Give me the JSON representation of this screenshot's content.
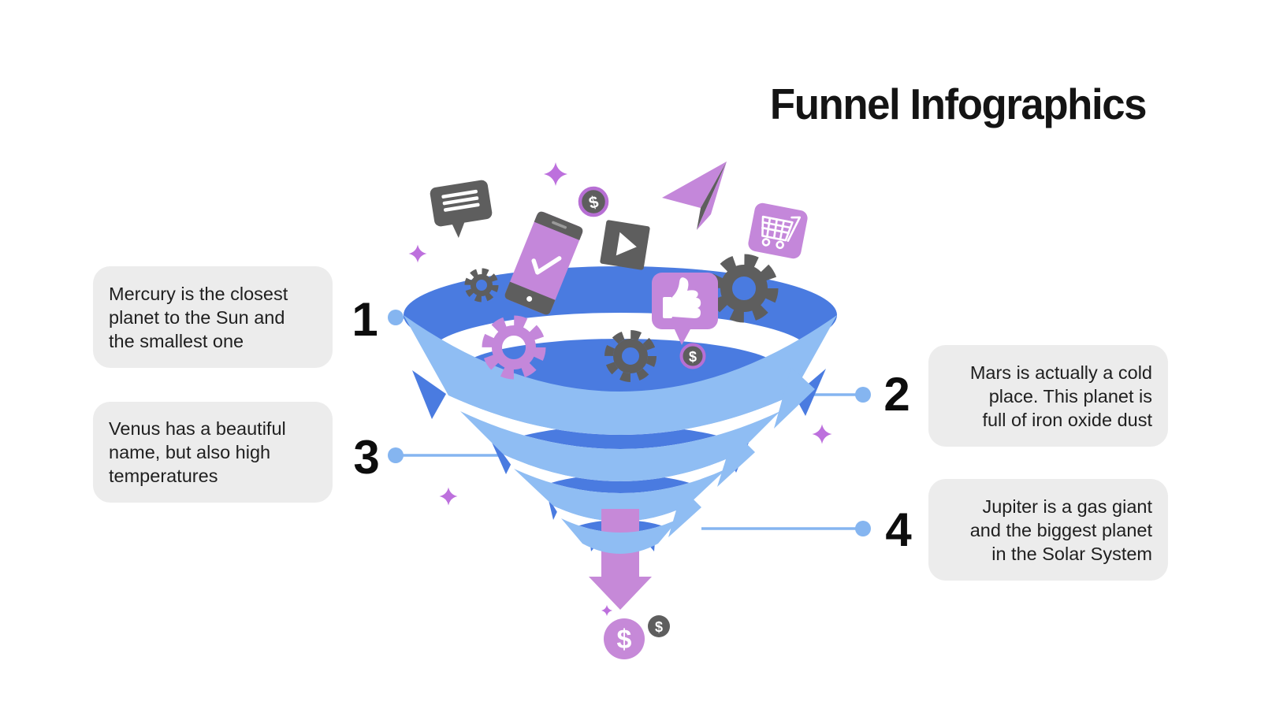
{
  "title": "Funnel Infographics",
  "coin_symbol": "$",
  "callouts": [
    {
      "number": "1",
      "side": "left",
      "text": "Mercury is the closest\nplanet to the Sun and\nthe smallest one"
    },
    {
      "number": "2",
      "side": "right",
      "text": "Mars is actually a cold\nplace. This planet is\nfull of iron oxide dust"
    },
    {
      "number": "3",
      "side": "left",
      "text": "Venus has a beautiful\nname, but also high\ntemperatures"
    },
    {
      "number": "4",
      "side": "right",
      "text": "Jupiter is a gas giant\nand the biggest planet\nin the Solar System"
    }
  ],
  "colors": {
    "funnel_dark_blue": "#4a7be0",
    "funnel_light_blue": "#8fbdf3",
    "accent_purple": "#c487da",
    "icon_gray": "#5e5e5e",
    "connector_blue": "#85b5f0",
    "sparkle_purple": "#bd70dd",
    "callout_bg": "#ececec",
    "text_dark": "#1f1f1f"
  },
  "icons": [
    "chat-message-icon",
    "smartphone-check-icon",
    "dollar-coin-icon",
    "play-video-icon",
    "paper-plane-icon",
    "shopping-cart-icon",
    "gear-icon",
    "thumbs-up-icon",
    "down-arrow-icon",
    "sparkle-icon",
    "money-coin-icon"
  ]
}
